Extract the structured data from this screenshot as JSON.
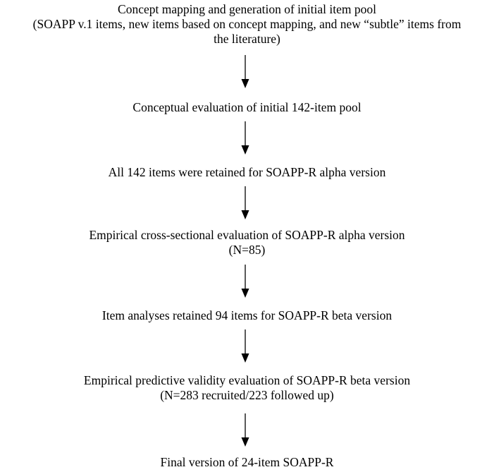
{
  "flowchart": {
    "steps": [
      {
        "lines": [
          "Concept mapping and generation of initial item pool",
          "(SOAPP v.1 items, new items based on concept mapping, and new “subtle” items from",
          "the literature)"
        ]
      },
      {
        "lines": [
          "Conceptual evaluation of initial 142-item pool"
        ]
      },
      {
        "lines": [
          "All 142 items were retained for SOAPP-R alpha version"
        ]
      },
      {
        "lines": [
          "Empirical cross-sectional evaluation of SOAPP-R alpha version",
          "(N=85)"
        ]
      },
      {
        "lines": [
          "Item analyses retained 94 items for SOAPP-R beta version"
        ]
      },
      {
        "lines": [
          "Empirical predictive validity evaluation of SOAPP-R beta version",
          "(N=283 recruited/223 followed up)"
        ]
      },
      {
        "lines": [
          "Final version of 24-item SOAPP-R"
        ]
      }
    ],
    "arrow_color": "#000000"
  }
}
